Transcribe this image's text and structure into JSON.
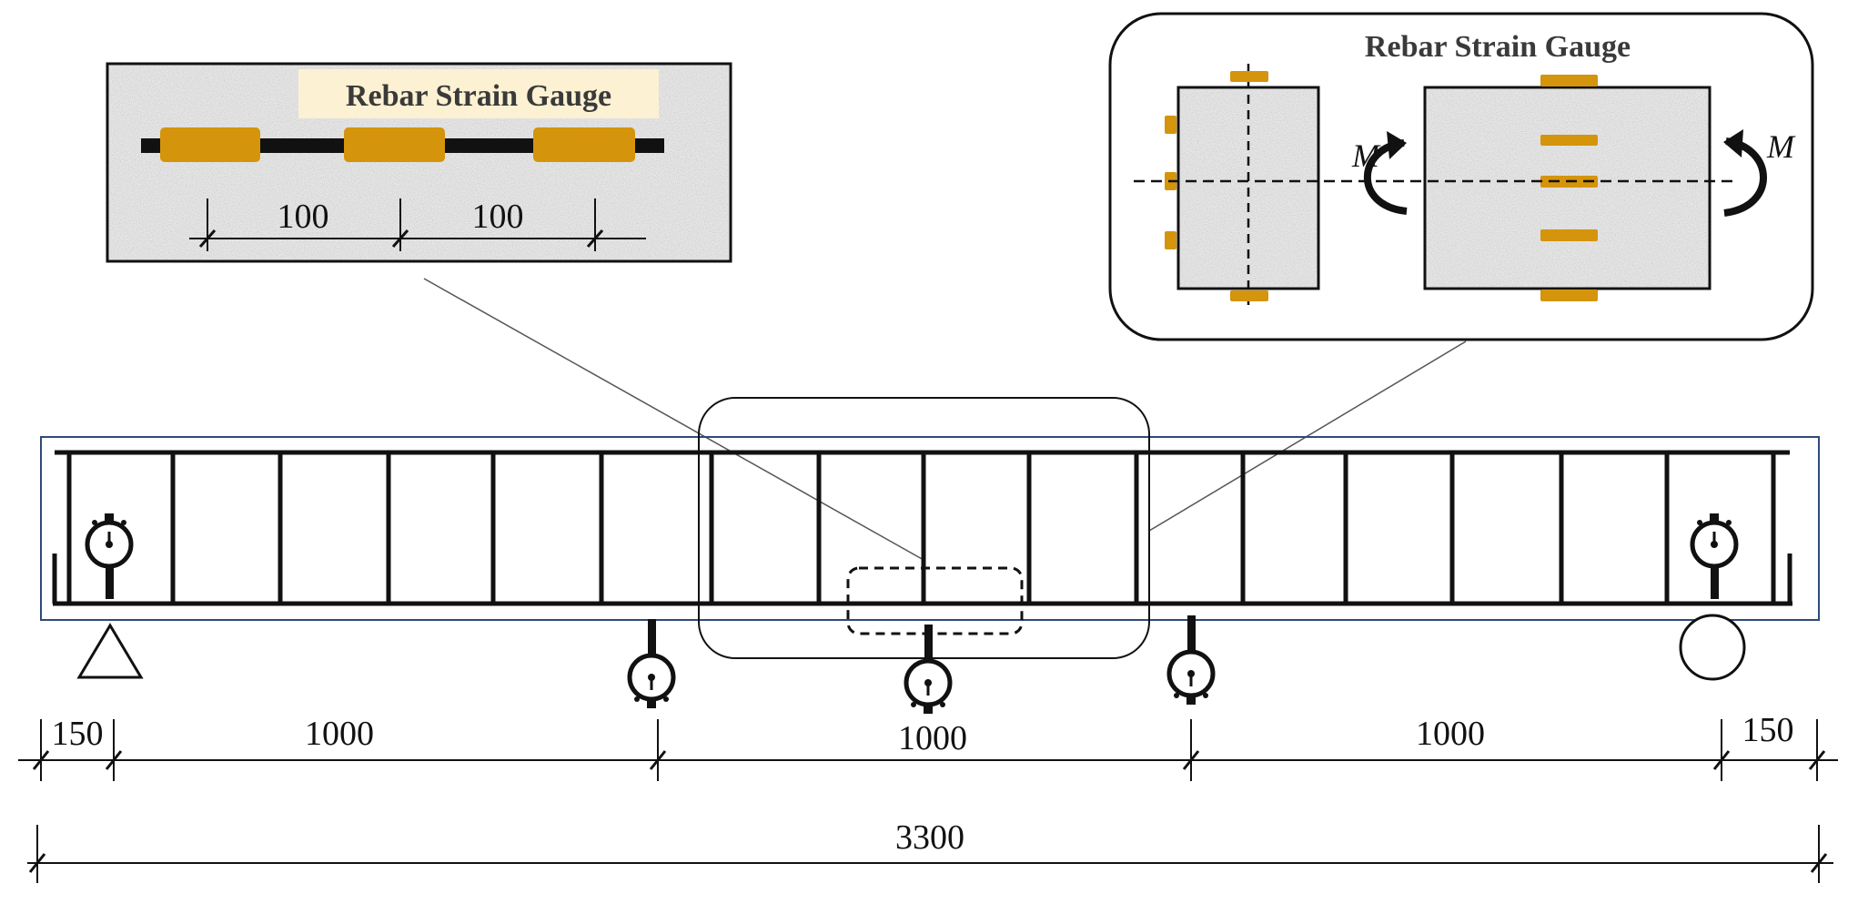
{
  "inset_left": {
    "title": "Rebar Strain Gauge",
    "spacing_1": "100",
    "spacing_2": "100"
  },
  "inset_right": {
    "title": "Rebar Strain Gauge",
    "moment_left": "M",
    "moment_right": "M"
  },
  "dimensions": {
    "seg_1": "150",
    "seg_2": "1000",
    "seg_3": "1000",
    "seg_4": "1000",
    "seg_5": "150",
    "total": "3300"
  },
  "colors": {
    "gauge": "#D4940B",
    "title_highlight": "#FCF1D2",
    "beam_frame": "#2F4A7A",
    "concrete": "#E6E6E6"
  },
  "icons": {
    "dial_gauge": "dial-gauge-icon",
    "pin_support": "pin-support-icon",
    "roller_support": "roller-support-icon",
    "moment_arrow": "moment-arrow-icon"
  }
}
